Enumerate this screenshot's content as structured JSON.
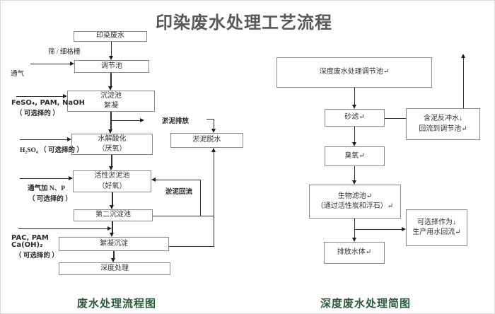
{
  "title": "印染废水处理工艺流程",
  "colors": {
    "caption_green": "#2d5a3a",
    "title_gray": "#57585a",
    "box_border": "#8a8a8a"
  },
  "left_chart": {
    "caption": "废水处理流程图",
    "boxes": {
      "raw_wastewater": "印染废水",
      "regulating_tank": "调节池",
      "sedimentation_line1": "沉淀池",
      "sedimentation_line2": "絮凝",
      "hydrolysis_line1": "水解酸化",
      "hydrolysis_line2": "（厌氧）",
      "activated_line1": "活性淤泥池",
      "activated_line2": "（好氧）",
      "secondary_sedimentation": "第二沉淀池",
      "flocculation": "絮凝沉淀",
      "advanced_treatment": "深度处理",
      "sludge_dewatering": "淤泥脱水"
    },
    "labels": {
      "screen": "筛 / 细格栅",
      "aeration": "通气",
      "feso4": "FeSO₄, PAM, NaOH",
      "optional1": "（ 可选择的 ）",
      "h2so4": "H₂SO₄ （ 可选择的 ）",
      "aeration_np": "通气加 N、P",
      "optional2": "（ 可选择的 ）",
      "pac": "PAC, PAM",
      "caoh2": "Ca(OH)₂",
      "optional3": "（ 可选择的 ）",
      "sludge_discharge": "淤泥排放",
      "sludge_return": "淤泥回流"
    }
  },
  "right_chart": {
    "caption": "深度废水处理简图",
    "boxes": {
      "deep_regulating": "深度废水处理调节池↵",
      "sand_filter": "砂滤↵",
      "backwash_line1": "含泥反冲水↓",
      "backwash_line2": "回流到调节池↵",
      "ozone": "臭氧↵",
      "biofilter_line1": "生物滤池↵",
      "biofilter_line2": "（通过活性炭和浮石）↵",
      "reuse_line1": "可选择作为↓",
      "reuse_line2": "生产用水回流↵",
      "discharge": "排放水体↵"
    }
  }
}
